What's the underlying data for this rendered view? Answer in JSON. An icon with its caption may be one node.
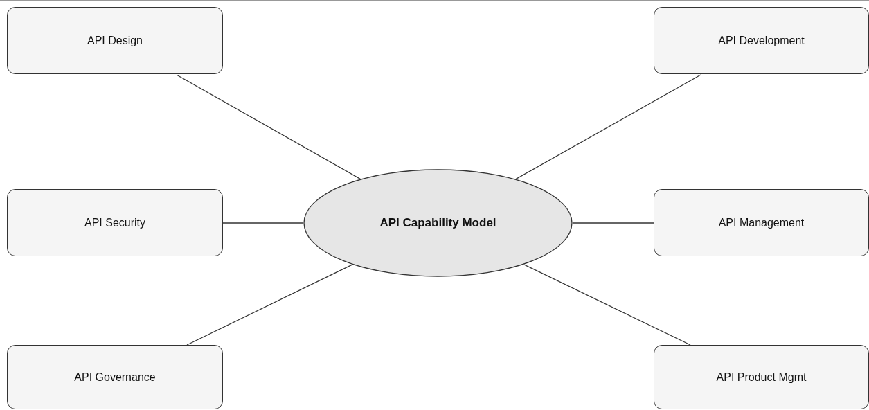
{
  "diagram": {
    "nodes": [
      {
        "text": [
          "API Design"
        ]
      },
      {
        "text": [
          "API Development"
        ]
      },
      {
        "text": [
          "API Security"
        ]
      },
      {
        "text": [
          "API Capability Model"
        ]
      },
      {
        "text": [
          "API Management"
        ]
      },
      {
        "text": [
          "API Governance"
        ]
      },
      {
        "text": [
          "API Product Mgmt"
        ]
      }
    ],
    "edges": [
      {
        "from": 3,
        "to": 0,
        "arrow": "none"
      },
      {
        "from": 3,
        "to": 1,
        "arrow": "none"
      },
      {
        "from": 3,
        "to": 2,
        "arrow": "none"
      },
      {
        "from": 3,
        "to": 4,
        "arrow": "none"
      },
      {
        "from": 3,
        "to": 5,
        "arrow": "none"
      },
      {
        "from": 3,
        "to": 6,
        "arrow": "none"
      }
    ]
  }
}
